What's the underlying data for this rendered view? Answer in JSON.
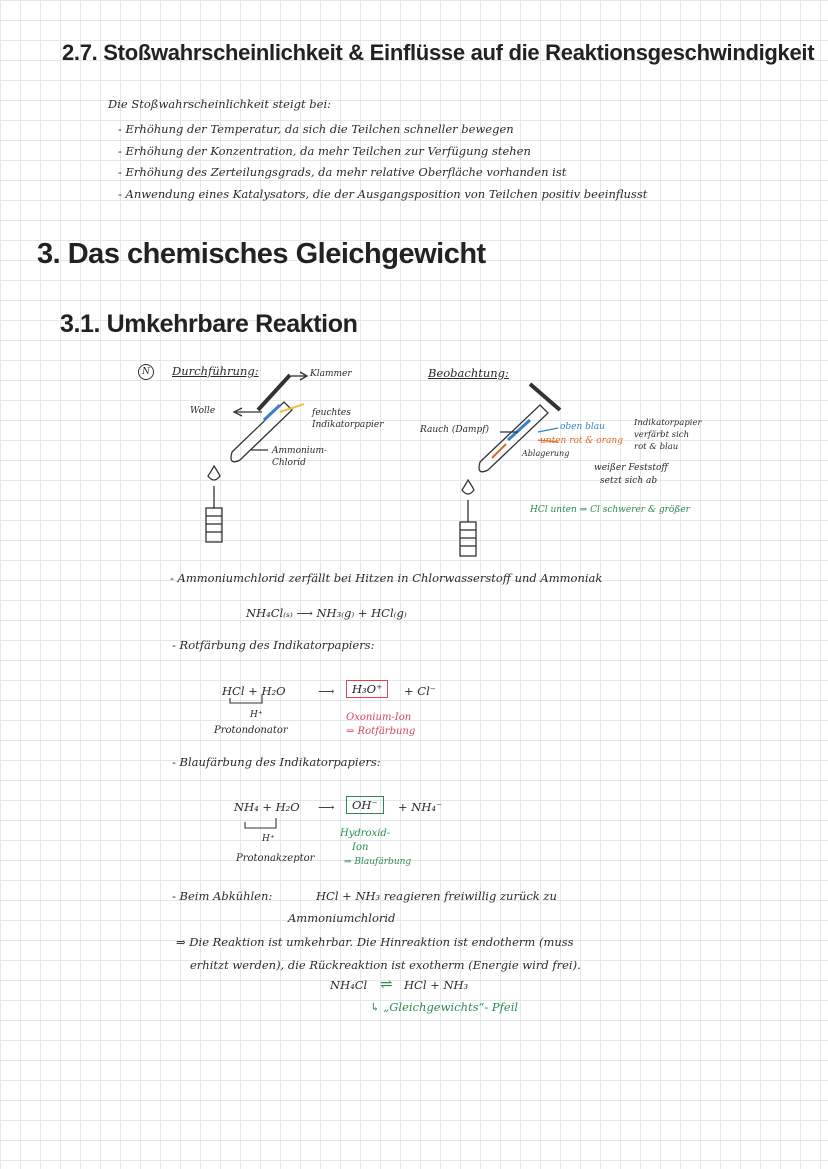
{
  "sec27": {
    "title": "2.7. Stoßwahrscheinlichkeit & Einflüsse auf die Reaktionsgeschwindigkeit"
  },
  "intro": {
    "lead": "Die Stoßwahrscheinlichkeit steigt bei:",
    "items": [
      "- Erhöhung der Temperatur, da sich die Teilchen schneller bewegen",
      "- Erhöhung der Konzentration, da mehr Teilchen zur Verfügung stehen",
      "- Erhöhung des Zerteilungsgrads, da mehr relative Oberfläche vorhanden ist",
      "- Anwendung eines Katalysators, die der Ausgangsposition von Teilchen positiv beeinflusst"
    ]
  },
  "sec3": {
    "title": "3. Das chemisches Gleichgewicht"
  },
  "sec31": {
    "title": "3.1. Umkehrbare Reaktion"
  },
  "experiment": {
    "marker": "N",
    "durchfuehrung": "Durchführung:",
    "klammer": "Klammer",
    "wolle": "Wolle",
    "feuchtes": "feuchtes",
    "indikatorpapier": "Indikatorpapier",
    "ammonium": "Ammonium-",
    "chlorid": "Chlorid",
    "beobachtung": "Beobachtung:",
    "rauch": "Rauch (Dampf)",
    "oben_blau": "oben blau",
    "unten_rot": "unten rot & orang",
    "ablagerung": "Ablagerung",
    "indikator_note1": "Indikatorpapier",
    "indikator_note2": "verfärbt sich",
    "indikator_note3": "rot & blau",
    "weisser": "weißer Feststoff",
    "setzt": "setzt sich ab",
    "hcl_note": "HCl unten ⇒ Cl schwerer & größer"
  },
  "notes": {
    "zerfall": "- Ammoniumchlorid zerfällt bei Hitzen in Chlorwasserstoff und Ammoniak",
    "eq1": "NH₄Cl₍ₛ₎ ⟶ NH₃₍g₎ + HCl₍g₎",
    "rot_title": "- Rotfärbung des Indikatorpapiers:",
    "rot_left": "HCl + H₂O",
    "rot_arrow": "⟶",
    "rot_box": "H₃O⁺",
    "rot_right": "+ Cl⁻",
    "rot_hplus": "H⁺",
    "rot_donator": "Protondonator",
    "rot_ion": "Oxonium-Ion",
    "rot_faerbung": "⇒ Rotfärbung",
    "blau_title": "- Blaufärbung des Indikatorpapiers:",
    "blau_left": "NH₄ + H₂O",
    "blau_arrow": "⟶",
    "blau_box": "OH⁻",
    "blau_right": "+ NH₄⁻",
    "blau_hplus": "H⁺",
    "blau_akzeptor": "Protonakzeptor",
    "blau_ion1": "Hydroxid-",
    "blau_ion2": "Ion",
    "blau_faerbung": "⇒ Blaufärbung",
    "abkuehlen": "- Beim Abkühlen:",
    "abkuehlen_text": "HCl + NH₃ reagieren freiwillig zurück zu",
    "abkuehlen_text2": "Ammoniumchlorid",
    "fazit1": "⇒ Die Reaktion ist umkehrbar. Die Hinreaktion ist endotherm (muss",
    "fazit2": "erhitzt werden), die Rückreaktion ist exotherm (Energie wird frei).",
    "eq_left": "NH₄Cl",
    "eq_arrow": "⇌",
    "eq_right": "HCl + NH₃",
    "pfeil": "↳ „Gleichgewichts“- Pfeil"
  },
  "colors": {
    "orange": "#e06a2a",
    "blue": "#3a7fc9",
    "green": "#2a8a4f",
    "red": "#d8455a"
  }
}
